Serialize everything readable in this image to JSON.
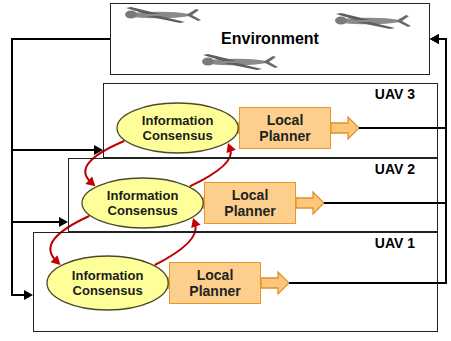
{
  "diagram": {
    "nodes": [
      {
        "text": [
          "Environment"
        ]
      },
      {
        "text": [
          "UAV 3"
        ]
      },
      {
        "text": [
          "Information Consensus"
        ],
        "in": 1
      },
      {
        "text": [
          "Local Planner"
        ],
        "in": 1
      },
      {
        "text": [
          "UAV 2"
        ]
      },
      {
        "text": [
          "Information Consensus"
        ],
        "in": 4
      },
      {
        "text": [
          "Local Planner"
        ],
        "in": 4
      },
      {
        "text": [
          "UAV 1"
        ]
      },
      {
        "text": [
          "Information Consensus"
        ],
        "in": 7
      },
      {
        "text": [
          "Local Planner"
        ],
        "in": 7
      }
    ],
    "edges": [
      {
        "from": 0,
        "to": 1,
        "arrow": "to"
      },
      {
        "from": 0,
        "to": 4,
        "arrow": "to"
      },
      {
        "from": 0,
        "to": 7,
        "arrow": "to"
      },
      {
        "from": 2,
        "to": 3,
        "arrow": "to"
      },
      {
        "from": 5,
        "to": 6,
        "arrow": "to"
      },
      {
        "from": 8,
        "to": 9,
        "arrow": "to"
      },
      {
        "from": 2,
        "to": 5,
        "arrow": "to"
      },
      {
        "from": 5,
        "to": 2,
        "arrow": "to"
      },
      {
        "from": 5,
        "to": 8,
        "arrow": "to"
      },
      {
        "from": 8,
        "to": 5,
        "arrow": "to"
      },
      {
        "from": 3,
        "to": 0,
        "arrow": "to"
      },
      {
        "from": 6,
        "to": 0,
        "arrow": "to"
      },
      {
        "from": 9,
        "to": 0,
        "arrow": "to"
      }
    ]
  }
}
